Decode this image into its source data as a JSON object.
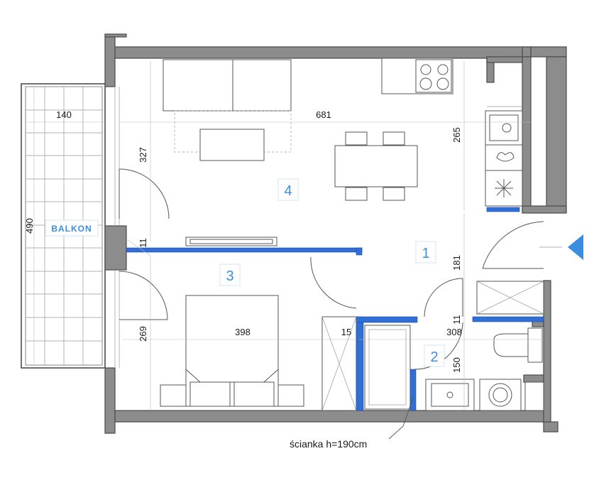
{
  "rooms": {
    "r1": "1",
    "r2": "2",
    "r3": "3",
    "r4": "4"
  },
  "balcony_label": "BALKON",
  "dimensions": {
    "d140": "140",
    "d681": "681",
    "d327": "327",
    "d265": "265",
    "d490": "490",
    "d11a": "11",
    "d181": "181",
    "d11b": "11",
    "d269": "269",
    "d398": "398",
    "d15": "15",
    "d308": "308",
    "d150": "150"
  },
  "note": "ścianka h=190cm",
  "colors": {
    "accent": "#3b8de0",
    "partition": "#2f6fd6",
    "wall": "#8c8c8c"
  }
}
